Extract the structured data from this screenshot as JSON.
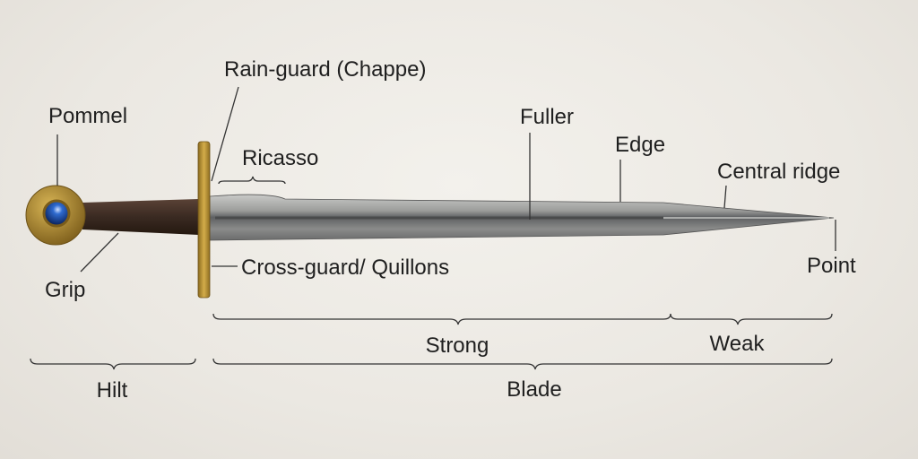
{
  "labels": {
    "rain_guard": "Rain-guard (Chappe)",
    "pommel": "Pommel",
    "ricasso": "Ricasso",
    "fuller": "Fuller",
    "edge": "Edge",
    "central_ridge": "Central ridge",
    "point": "Point",
    "cross_guard": "Cross-guard/ Quillons",
    "grip": "Grip"
  },
  "sections": {
    "strong": "Strong",
    "weak": "Weak",
    "hilt": "Hilt",
    "blade": "Blade"
  },
  "colors": {
    "brass": "#b8902e",
    "grip_leather": "#3e2c24",
    "steel": "#8a8c8c",
    "gem": "#1d4fa8",
    "text": "#1f1f1f"
  }
}
